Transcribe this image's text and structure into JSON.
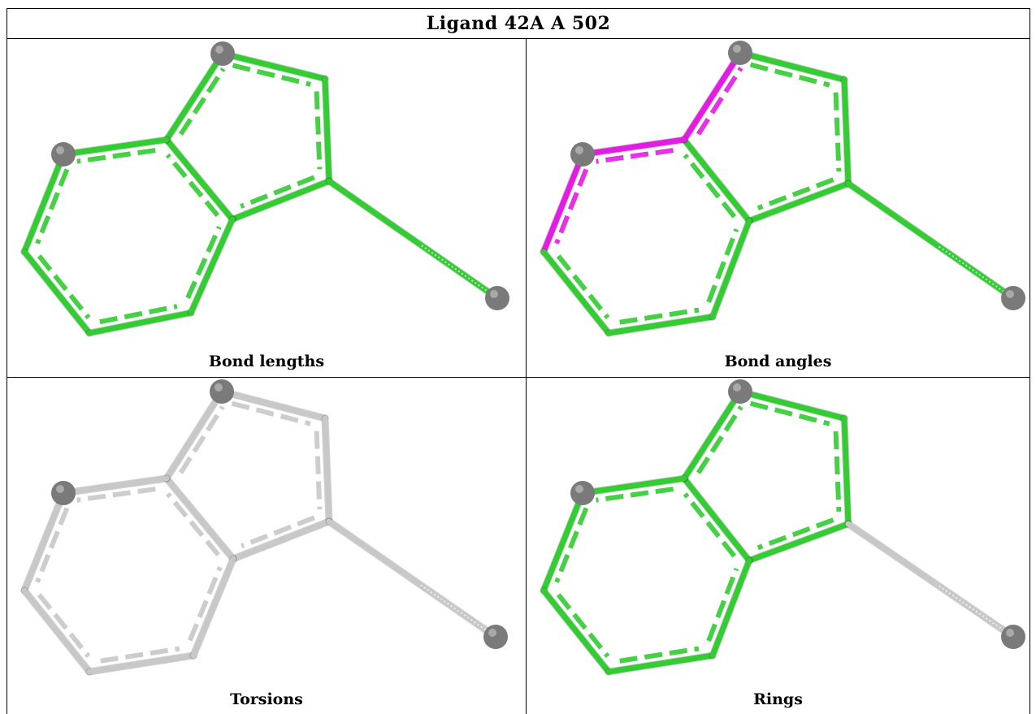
{
  "title": "Ligand 42A A 502",
  "panels": [
    {
      "caption": "Bond lengths",
      "colors": {
        "ring5": "#33cc33",
        "ring6": "#33cc33",
        "fusion": "#33cc33",
        "sub": "#33cc33",
        "arc": "#33cc33"
      }
    },
    {
      "caption": "Bond angles",
      "colors": {
        "ring5": "#33cc33",
        "ring6": "#33cc33",
        "fusion": "#33cc33",
        "sub": "#33cc33",
        "arc": "#e31ce3"
      }
    },
    {
      "caption": "Torsions",
      "colors": {
        "ring5": "#c8c8c8",
        "ring6": "#c8c8c8",
        "fusion": "#c8c8c8",
        "sub": "#c8c8c8",
        "arc": "#c8c8c8"
      }
    },
    {
      "caption": "Rings",
      "colors": {
        "ring5": "#33cc33",
        "ring6": "#33cc33",
        "fusion": "#33cc33",
        "sub": "#c8c8c8",
        "arc": "#33cc33"
      }
    }
  ],
  "atom_color": "#7a7a7a"
}
